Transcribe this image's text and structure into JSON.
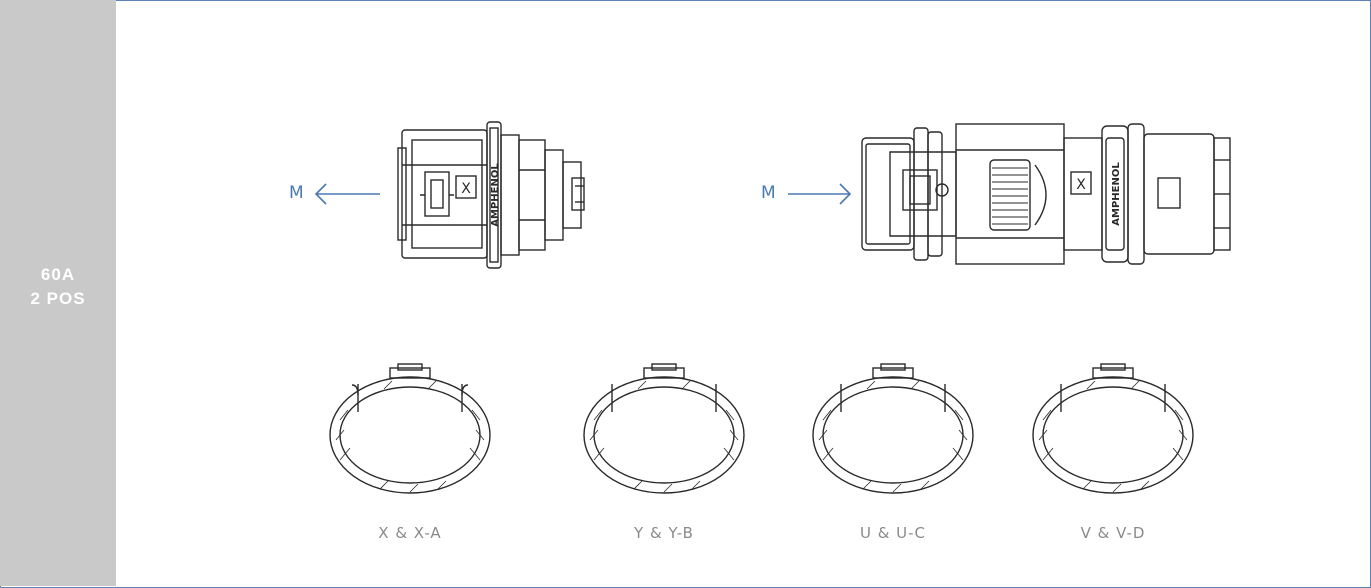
{
  "side_panel": {
    "line1": "60A",
    "line2": "2 POS"
  },
  "connectors": {
    "left": {
      "m_label": "M",
      "arrow_direction": "left",
      "brand_text": "AMPHENOL",
      "key_letter": "X"
    },
    "right": {
      "m_label": "M",
      "arrow_direction": "right",
      "brand_text": "AMPHENOL",
      "key_letter": "X"
    }
  },
  "keying_profiles": [
    {
      "label": "X & X-A"
    },
    {
      "label": "Y & Y-B"
    },
    {
      "label": "U & U-C"
    },
    {
      "label": "V & V-D"
    }
  ],
  "colors": {
    "accent_blue": "#4a78b4",
    "side_panel_gray": "#c9c9c9",
    "line_drawing": "#2a2a2a",
    "caption_gray": "#8a8a8a"
  }
}
